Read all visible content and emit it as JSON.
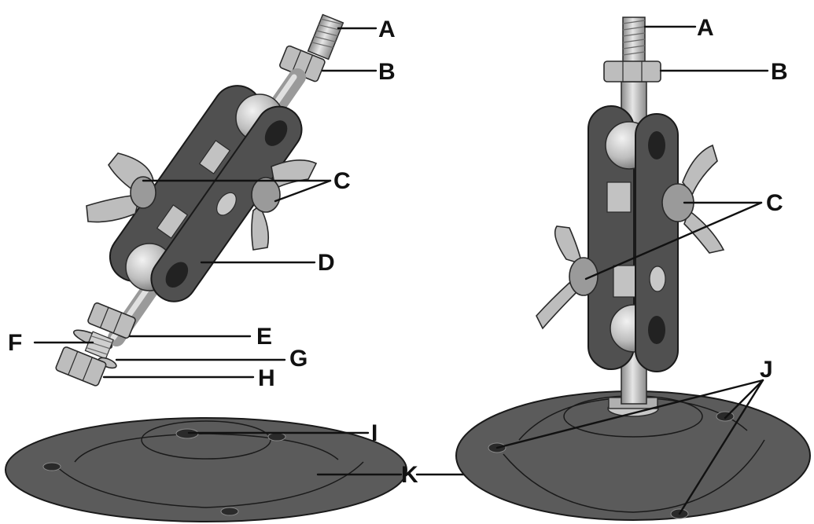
{
  "diagram": {
    "labels": {
      "left": {
        "A": "A",
        "B": "B",
        "C": "C",
        "D": "D",
        "E": "E",
        "F": "F",
        "G": "G",
        "H": "H",
        "I": "I",
        "K": "K"
      },
      "right": {
        "A": "A",
        "B": "B",
        "C": "C",
        "J": "J"
      }
    },
    "colors": {
      "plate": "#5b5b5b",
      "bar": "#505050",
      "metal": "#bdbdbd",
      "ink": "#111111"
    }
  }
}
